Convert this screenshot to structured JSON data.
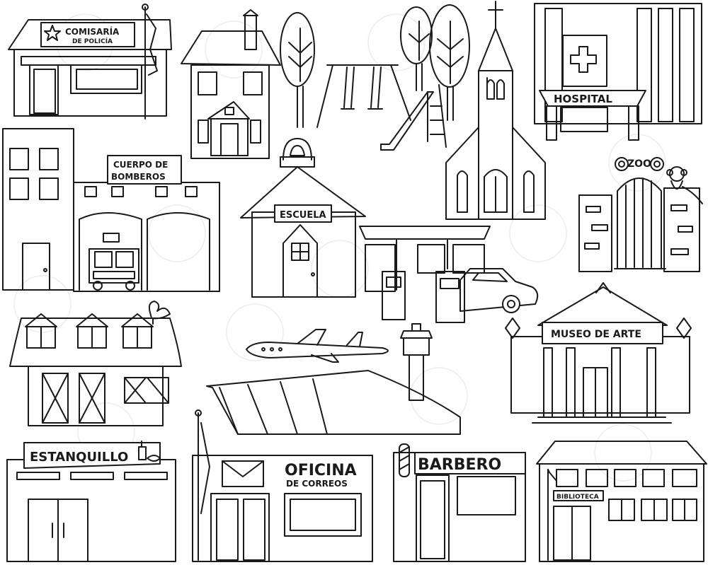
{
  "signs": {
    "police_line1": "COMISARÍA",
    "police_line2": "DE POLICÍA",
    "fire_line1": "CUERPO DE",
    "fire_line2": "BOMBEROS",
    "hospital": "HOSPITAL",
    "zoo": "ZOO",
    "school": "ESCUELA",
    "museum": "MUSEO DE ARTE",
    "kiosk": "ESTANQUILLO",
    "post_line1": "OFICINA",
    "post_line2": "DE CORREOS",
    "barber": "BARBERO",
    "library": "BIBLIOTECA"
  },
  "icons": {
    "star": "star-icon",
    "cross": "cross-icon",
    "bell": "bell-icon",
    "envelope": "envelope-icon",
    "rooster": "rooster-icon",
    "monkey": "monkey-icon"
  },
  "colors": {
    "line": "#1a1a1a",
    "background": "#ffffff",
    "watermark": "#ececec"
  }
}
